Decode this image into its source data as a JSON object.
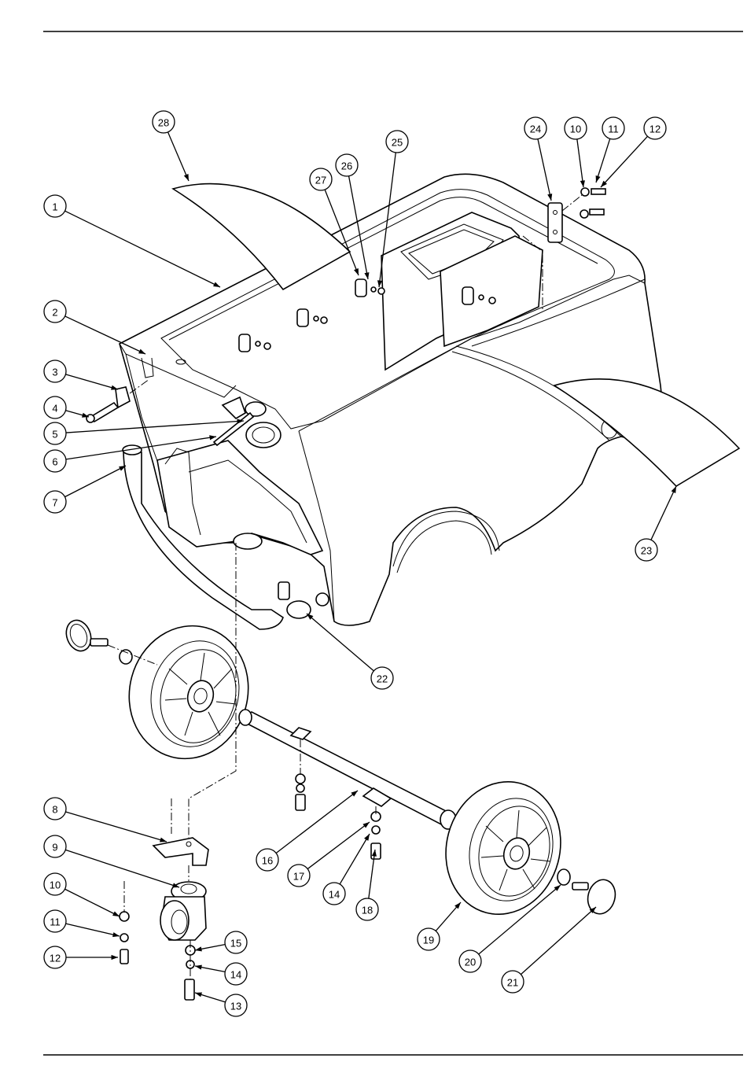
{
  "diagram": {
    "callouts": [
      {
        "label": "28"
      },
      {
        "label": "27"
      },
      {
        "label": "26"
      },
      {
        "label": "25"
      },
      {
        "label": "24"
      },
      {
        "label": "10"
      },
      {
        "label": "11"
      },
      {
        "label": "12"
      },
      {
        "label": "1"
      },
      {
        "label": "2"
      },
      {
        "label": "3"
      },
      {
        "label": "4"
      },
      {
        "label": "5"
      },
      {
        "label": "6"
      },
      {
        "label": "7"
      },
      {
        "label": "23"
      },
      {
        "label": "22"
      },
      {
        "label": "8"
      },
      {
        "label": "9"
      },
      {
        "label": "10"
      },
      {
        "label": "11"
      },
      {
        "label": "12"
      },
      {
        "label": "16"
      },
      {
        "label": "17"
      },
      {
        "label": "14"
      },
      {
        "label": "18"
      },
      {
        "label": "15"
      },
      {
        "label": "14"
      },
      {
        "label": "13"
      },
      {
        "label": "19"
      },
      {
        "label": "20"
      },
      {
        "label": "21"
      }
    ]
  }
}
